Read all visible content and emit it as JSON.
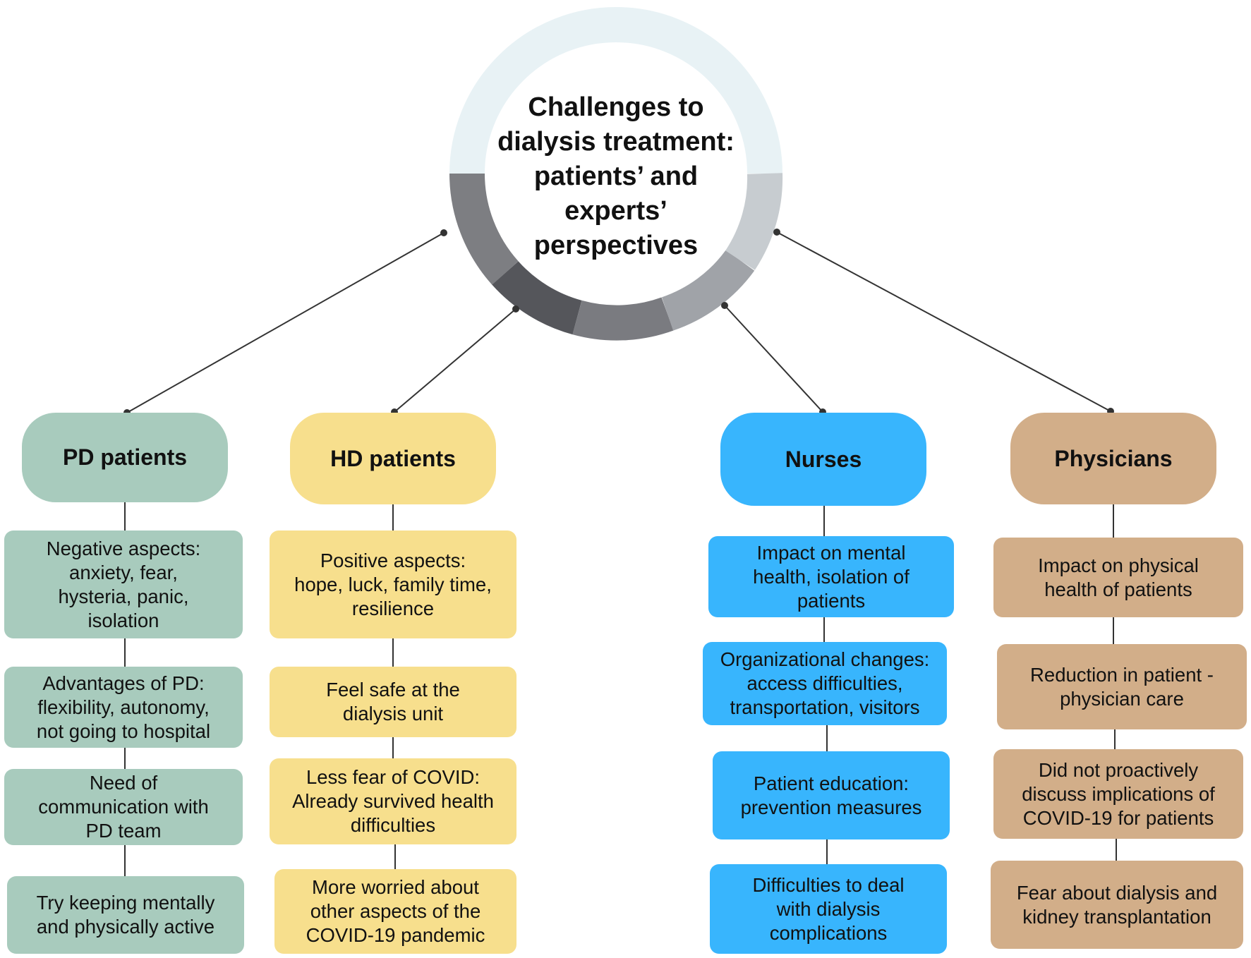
{
  "title": "Challenges to\ndialysis treatment:\npatients’ and\nexperts’\nperspectives",
  "colors": {
    "pd": "#a8cbbd",
    "hd": "#f7df8d",
    "nurses": "#38b5fd",
    "physicians": "#d2ae89",
    "ring_top": "#e8f2f5"
  },
  "columns": {
    "pd": {
      "header": "PD patients",
      "items": [
        "Negative aspects:\nanxiety, fear,\nhysteria, panic,\nisolation",
        "Advantages of PD:\nflexibility, autonomy,\nnot going to hospital",
        "Need of\ncommunication with\nPD team",
        "Try keeping mentally\nand physically active"
      ]
    },
    "hd": {
      "header": "HD patients",
      "items": [
        "Positive aspects:\nhope, luck, family time,\nresilience",
        "Feel safe at the\ndialysis unit",
        "Less fear of COVID:\nAlready survived health\ndifficulties",
        "More worried about\nother aspects of the\nCOVID-19 pandemic"
      ]
    },
    "nurses": {
      "header": "Nurses",
      "items": [
        "Impact on mental\nhealth, isolation of\npatients",
        "Organizational changes:\naccess difficulties,\ntransportation, visitors",
        "Patient education:\nprevention measures",
        "Difficulties to deal\nwith dialysis\ncomplications"
      ]
    },
    "physicians": {
      "header": "Physicians",
      "items": [
        "Impact on physical\nhealth of patients",
        "Reduction in patient -\nphysician care",
        "Did not proactively\ndiscuss implications of\nCOVID-19 for patients",
        "Fear about dialysis and\nkidney transplantation"
      ]
    }
  }
}
